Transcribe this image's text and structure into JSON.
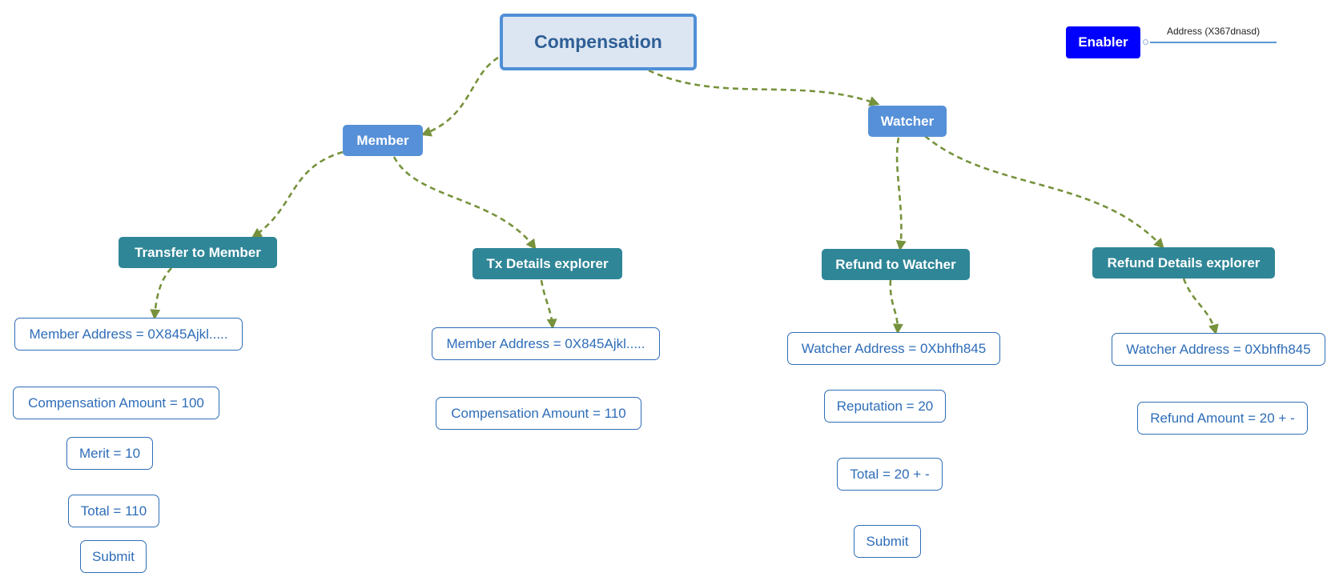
{
  "diagram": {
    "root": "Compensation",
    "member": "Member",
    "watcher": "Watcher",
    "transfer_to_member": "Transfer to Member",
    "tx_details_explorer": "Tx Details explorer",
    "refund_to_watcher": "Refund to Watcher",
    "refund_details_explorer": "Refund Details explorer",
    "transfer_fields": {
      "member_address": "Member Address = 0X845Ajkl.....",
      "compensation_amount": "Compensation Amount = 100",
      "merit": "Merit = 10",
      "total": "Total = 110",
      "submit": "Submit"
    },
    "tx_fields": {
      "member_address": "Member Address = 0X845Ajkl.....",
      "compensation_amount": "Compensation Amount = 110"
    },
    "refund_fields": {
      "watcher_address": "Watcher Address = 0Xbhfh845",
      "reputation": "Reputation = 20",
      "total": "Total = 20 + -",
      "submit": "Submit"
    },
    "refund_details_fields": {
      "watcher_address": "Watcher Address = 0Xbhfh845",
      "refund_amount": "Refund Amount = 20 + -"
    },
    "enabler": {
      "label": "Enabler",
      "address_label": "Address (X367dnasd)"
    }
  },
  "colors": {
    "connector": "#76923c",
    "root_fill": "#dce6f2",
    "root_border": "#4f8fd6",
    "level1_fill": "#5690d8",
    "level2_fill": "#2f8697",
    "leaf_border": "#2e6db8",
    "enabler_fill": "#0000ff"
  }
}
